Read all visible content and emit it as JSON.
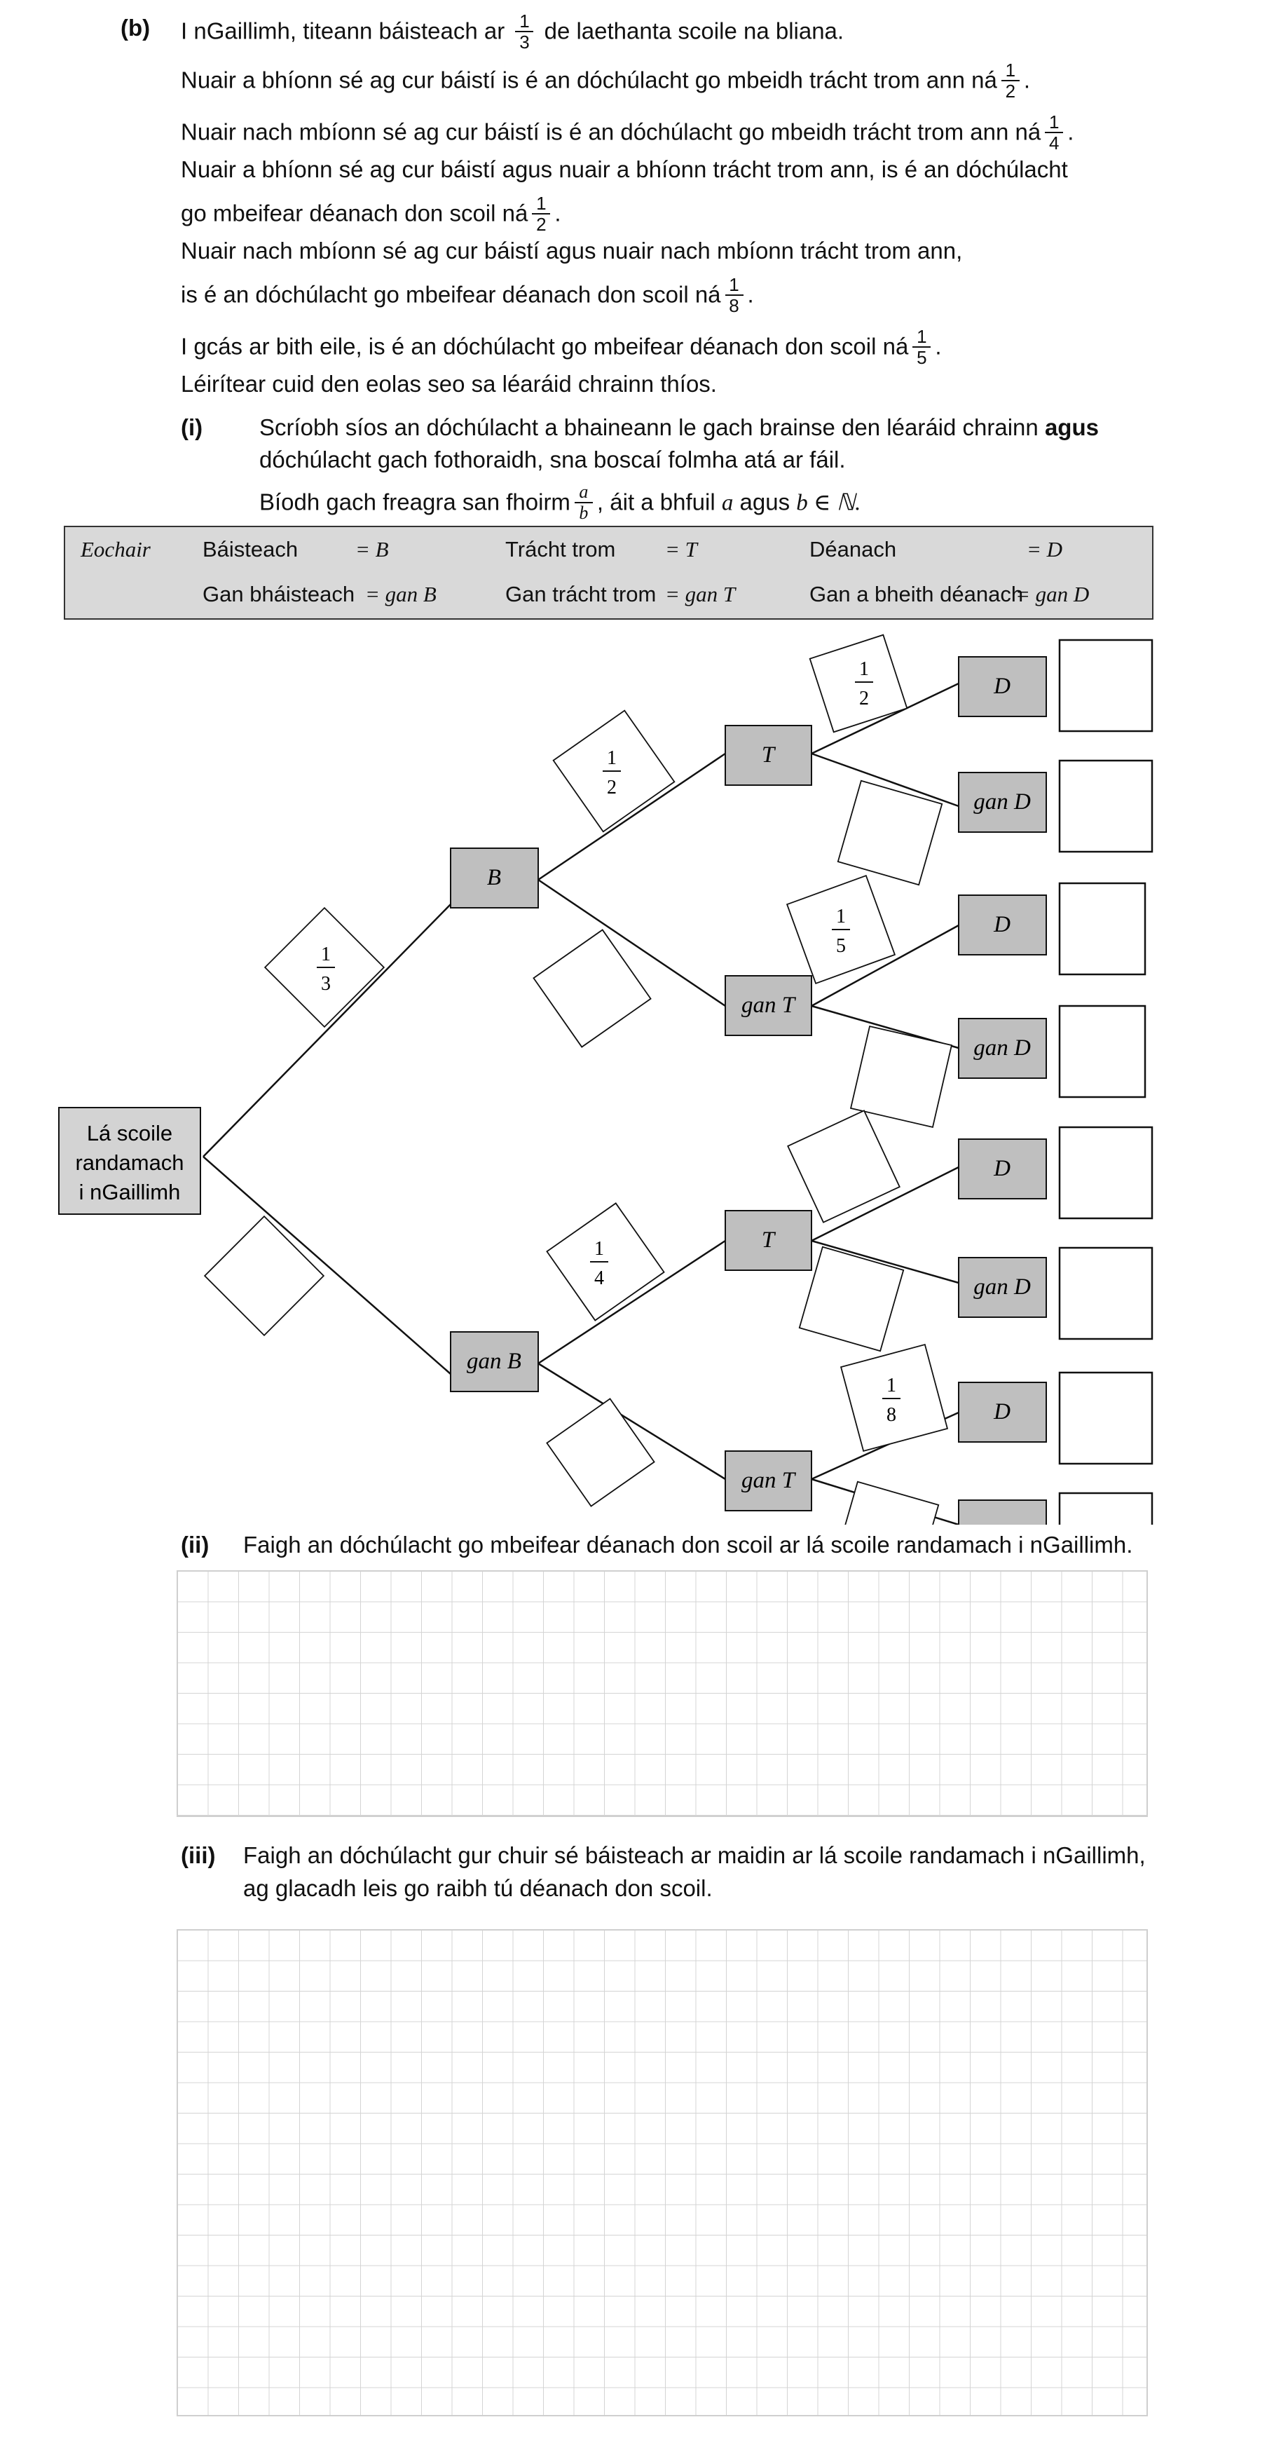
{
  "part_b": {
    "label": "(b)",
    "line1_pre": "I nGaillimh, titeann báisteach ar",
    "line1_post": "de laethanta scoile na bliana.",
    "line2": "Nuair a bhíonn sé ag cur báistí is é an dóchúlacht go mbeidh trácht trom ann ná",
    "line3": "Nuair nach mbíonn sé ag cur báistí is é an dóchúlacht go mbeidh trácht trom ann ná",
    "line4a": "Nuair a bhíonn sé ag cur báistí agus nuair a bhíonn trácht trom ann, is é an dóchúlacht",
    "line4b": "go mbeifear déanach don scoil ná",
    "line5a": "Nuair nach mbíonn sé ag cur báistí agus nuair nach mbíonn trácht trom ann,",
    "line5b": "is é an dóchúlacht go mbeifear déanach don scoil ná",
    "line6": "I gcás ar bith eile, is é an dóchúlacht go mbeifear déanach don scoil ná",
    "line7": "Léirítear cuid den eolas seo sa léaráid chrainn thíos.",
    "fractions": {
      "rain": {
        "num": "1",
        "den": "3"
      },
      "traffic_rain": {
        "num": "1",
        "den": "2"
      },
      "traffic_norain": {
        "num": "1",
        "den": "4"
      },
      "late_rain_traffic": {
        "num": "1",
        "den": "2"
      },
      "late_norain_notraffic": {
        "num": "1",
        "den": "8"
      },
      "late_other": {
        "num": "1",
        "den": "5"
      }
    }
  },
  "part_i": {
    "label": "(i)",
    "line1_pre": "Scríobh síos an dóchúlacht a bhaineann le gach brainse den léaráid chrainn",
    "line1_bold": "agus",
    "line2": "dóchúlacht gach fothoraidh, sna boscaí folmha atá ar fáil.",
    "line3_pre": "Bíodh gach freagra san fhoirm",
    "frac_num": "a",
    "frac_den": "b",
    "line3_post": ", áit a bhfuil",
    "var_a": "a",
    "agus": "agus",
    "var_b": "b ∈ ℕ."
  },
  "key": {
    "title": "Eochair",
    "rain": "Báisteach",
    "rain_sym": "= B",
    "no_rain": "Gan bháisteach",
    "no_rain_sym": "= gan B",
    "traffic": "Trácht trom",
    "traffic_sym": "= T",
    "no_traffic": "Gan trácht trom",
    "no_traffic_sym": "= gan T",
    "late": "Déanach",
    "late_sym": "= D",
    "not_late": "Gan a bheith déanach",
    "not_late_sym": "= gan D"
  },
  "tree": {
    "root_line1": "Lá scoile",
    "root_line2": "randamach",
    "root_line3": "i nGaillimh",
    "node_B": "B",
    "node_ganB": "gan B",
    "node_T": "T",
    "node_ganT": "gan T",
    "node_D": "D",
    "node_ganD": "gan D",
    "given_num": "1",
    "given_dens": [
      "3",
      "2",
      "5",
      "4",
      "8",
      "2"
    ]
  },
  "part_ii": {
    "label": "(ii)",
    "text": "Faigh an dóchúlacht go mbeifear déanach don scoil ar lá scoile randamach i nGaillimh."
  },
  "part_iii": {
    "label": "(iii)",
    "line1": "Faigh an dóchúlacht gur chuir sé báisteach ar maidin ar lá scoile randamach i nGaillimh,",
    "line2": "ag glacadh leis go raibh tú déanach don scoil."
  }
}
